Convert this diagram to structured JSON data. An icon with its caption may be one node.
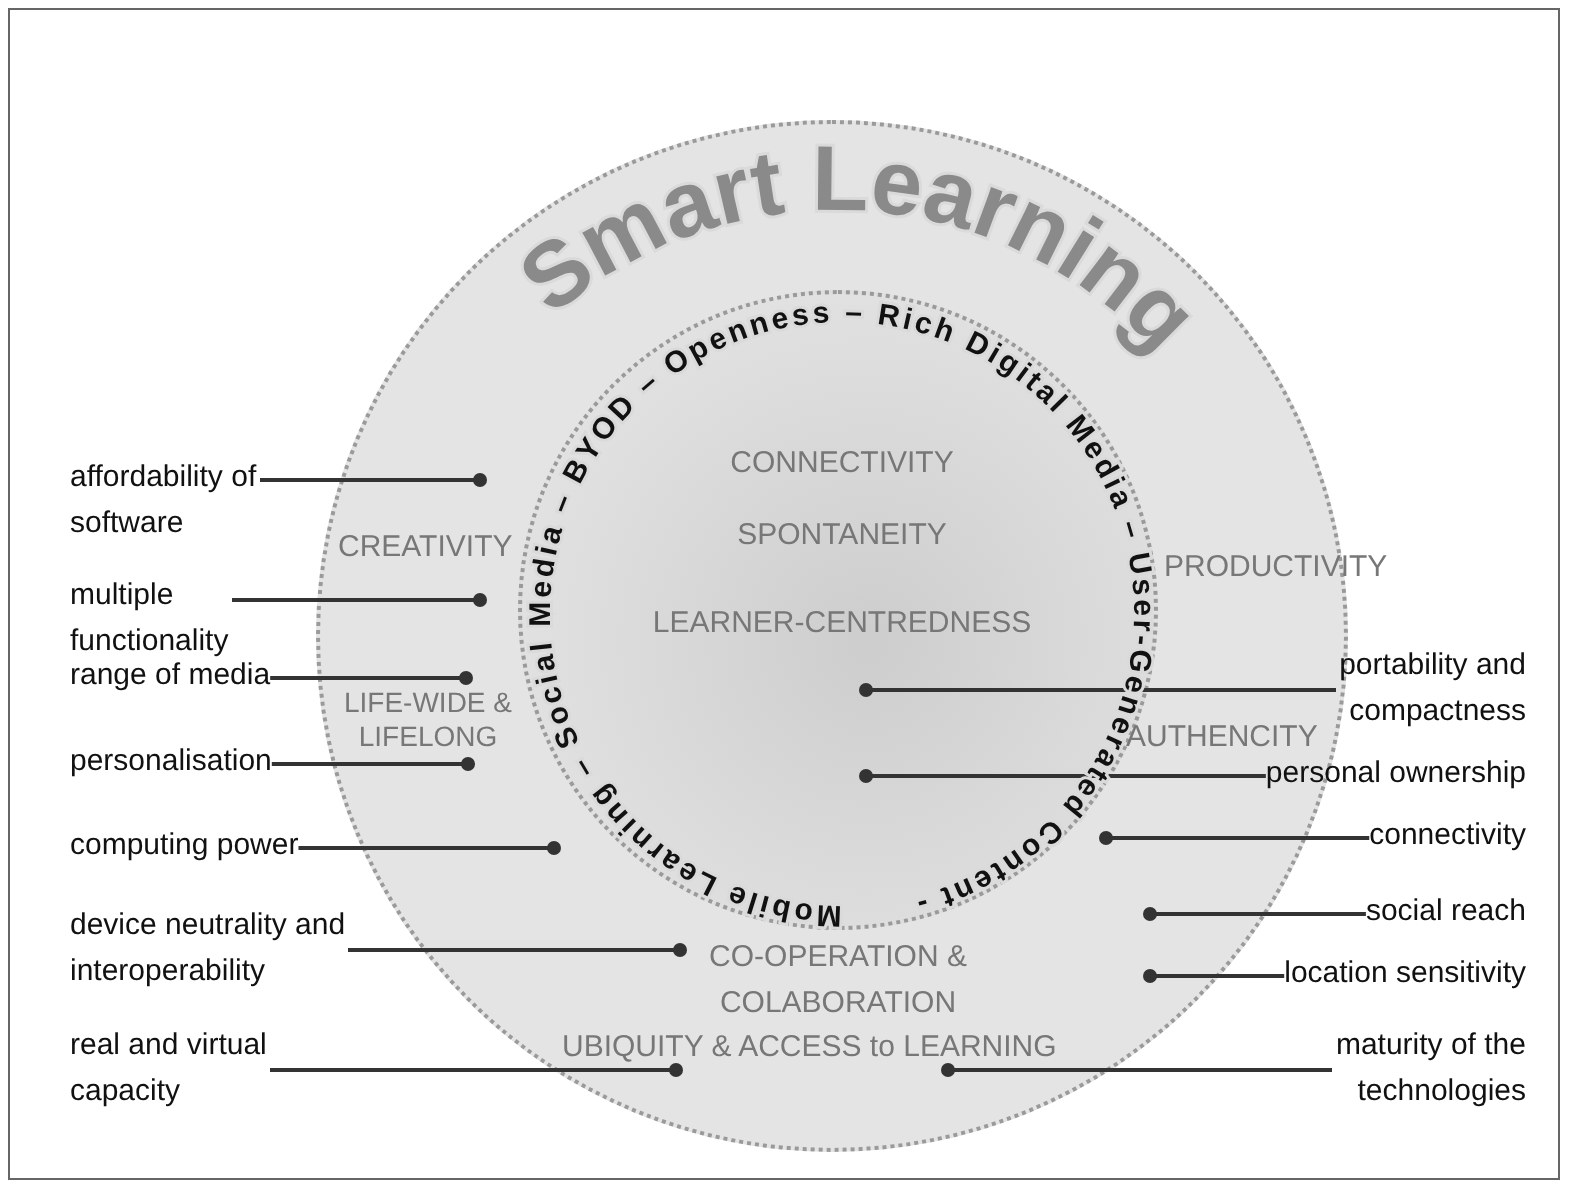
{
  "diagram": {
    "nodes": [
      {
        "text": [
          "Smart Learning",
          "CREATIVITY",
          "PRODUCTIVITY",
          "LIFE-WIDE & LIFELONG",
          "AUTHENCITY",
          "CO-OPERATION & COLABORATION",
          "UBIQUITY & ACCESS to LEARNING"
        ]
      },
      {
        "text": [
          "Mobile Learning – Social Media – BYOD – Openness – Rich Digital Media – User-Generated Content -",
          "CONNECTIVITY",
          "SPONTANEITY",
          "LEARNER-CENTREDNESS"
        ],
        "in": 0
      },
      {
        "text": [
          "affordability of software"
        ]
      },
      {
        "text": [
          "multiple functionality"
        ]
      },
      {
        "text": [
          "range of media"
        ]
      },
      {
        "text": [
          "personalisation"
        ]
      },
      {
        "text": [
          "computing power"
        ]
      },
      {
        "text": [
          "device neutrality and interoperability"
        ]
      },
      {
        "text": [
          "real and virtual capacity"
        ]
      },
      {
        "text": [
          "portability and compactness"
        ]
      },
      {
        "text": [
          "personal ownership"
        ]
      },
      {
        "text": [
          "connectivity"
        ]
      },
      {
        "text": [
          "social reach"
        ]
      },
      {
        "text": [
          "location sensitivity"
        ]
      },
      {
        "text": [
          "maturity of the technologies"
        ]
      }
    ],
    "edges": [
      {
        "from": 2,
        "to": 1,
        "arrow": "other"
      },
      {
        "from": 3,
        "to": 1,
        "arrow": "other"
      },
      {
        "from": 4,
        "to": 1,
        "arrow": "other"
      },
      {
        "from": 5,
        "to": 1,
        "arrow": "other"
      },
      {
        "from": 6,
        "to": 1,
        "arrow": "other"
      },
      {
        "from": 7,
        "to": 1,
        "arrow": "other"
      },
      {
        "from": 8,
        "to": null,
        "arrow": "other"
      },
      {
        "from": 9,
        "to": 1,
        "arrow": "other"
      },
      {
        "from": 10,
        "to": 1,
        "arrow": "other"
      },
      {
        "from": 11,
        "to": 1,
        "arrow": "other"
      },
      {
        "from": 12,
        "to": 1,
        "arrow": "other"
      },
      {
        "from": 13,
        "to": 1,
        "arrow": "other"
      },
      {
        "from": 14,
        "to": null,
        "arrow": "other"
      }
    ]
  }
}
